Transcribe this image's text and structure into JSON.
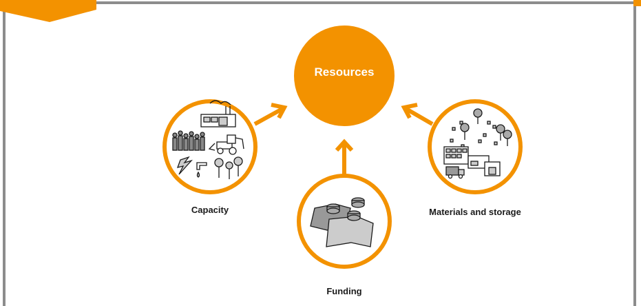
{
  "diagram": {
    "center": {
      "label": "Resources"
    },
    "nodes": [
      {
        "id": "capacity",
        "label": "Capacity",
        "icon": "capacity-icon"
      },
      {
        "id": "funding",
        "label": "Funding",
        "icon": "funding-icon"
      },
      {
        "id": "materials",
        "label": "Materials and storage",
        "icon": "materials-storage-icon"
      }
    ],
    "colors": {
      "accent": "#F39200",
      "frame": "#8C8C8C",
      "ink": "#1A1A1A"
    }
  }
}
